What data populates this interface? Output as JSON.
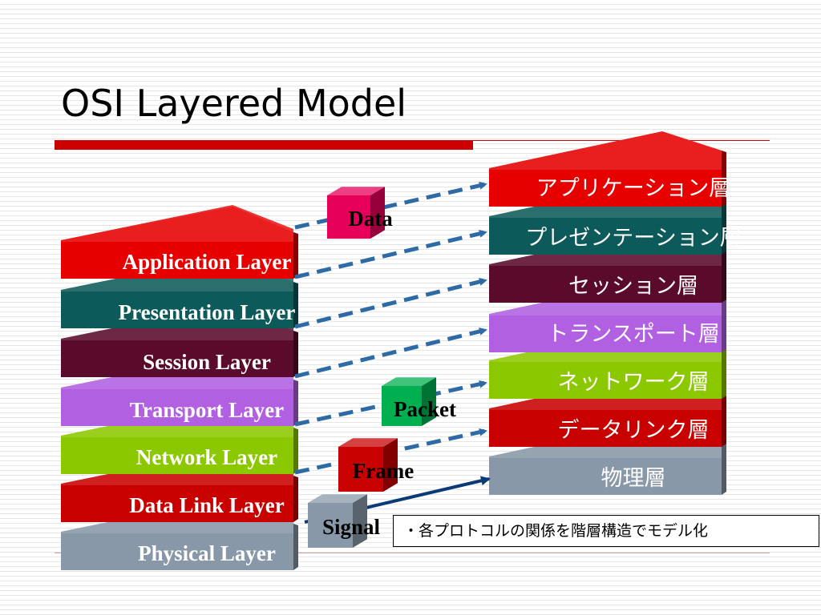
{
  "title": "OSI Layered Model",
  "left_stack": [
    {
      "label": "Application Layer",
      "color": "#e60000"
    },
    {
      "label": "Presentation Layer",
      "color": "#0d5a5a"
    },
    {
      "label": "Session Layer",
      "color": "#5a0a2a"
    },
    {
      "label": "Transport Layer",
      "color": "#b060e0"
    },
    {
      "label": "Network Layer",
      "color": "#8cc800"
    },
    {
      "label": "Data Link Layer",
      "color": "#c80000"
    },
    {
      "label": "Physical Layer",
      "color": "#8898a8"
    }
  ],
  "right_stack": [
    {
      "label": "アプリケーション層",
      "color": "#e60000"
    },
    {
      "label": "プレゼンテーション層",
      "color": "#0d5a5a"
    },
    {
      "label": "セッション層",
      "color": "#5a0a2a"
    },
    {
      "label": "トランスポート層",
      "color": "#b060e0"
    },
    {
      "label": "ネットワーク層",
      "color": "#8cc800"
    },
    {
      "label": "データリンク層",
      "color": "#c80000"
    },
    {
      "label": "物理層",
      "color": "#8898a8"
    }
  ],
  "data_units": [
    {
      "label": "Data",
      "color": "#e6005a"
    },
    {
      "label": "Packet",
      "color": "#00b050"
    },
    {
      "label": "Frame",
      "color": "#c80000"
    },
    {
      "label": "Signal",
      "color": "#8898a8"
    }
  ],
  "arrow_color": "#2e6aa6",
  "signal_arrow_color": "#0a3a78",
  "note": "・各プロトコルの関係を階層構造でモデル化"
}
